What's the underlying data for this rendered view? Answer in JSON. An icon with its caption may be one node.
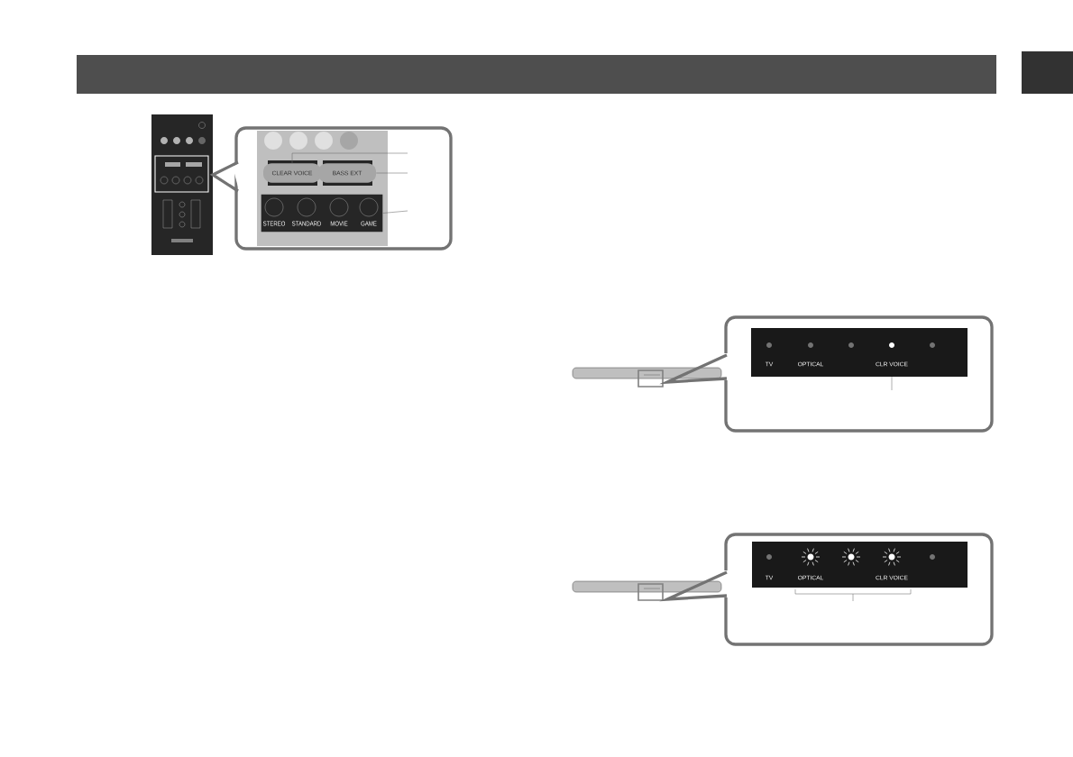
{
  "diagram": {
    "nodes": [
      {
        "text": [
          "CLEAR VOICE"
        ]
      },
      {
        "text": [
          "BASS EXT"
        ]
      },
      {
        "text": [],
        "shape": "box"
      },
      {
        "text": [
          "CLR VOICE"
        ]
      }
    ],
    "edges": [
      {
        "from": 0,
        "to": null,
        "arrow": "none"
      },
      {
        "from": 1,
        "to": null,
        "arrow": "none"
      },
      {
        "from": 2,
        "to": null,
        "arrow": "none"
      },
      {
        "from": 3,
        "to": null,
        "arrow": "none"
      }
    ],
    "labels": [
      "STEREO",
      "STANDARD",
      "MOVIE",
      "GAME",
      "TV",
      "OPTICAL",
      "TV",
      "OPTICAL",
      "CLR VOICE"
    ]
  }
}
